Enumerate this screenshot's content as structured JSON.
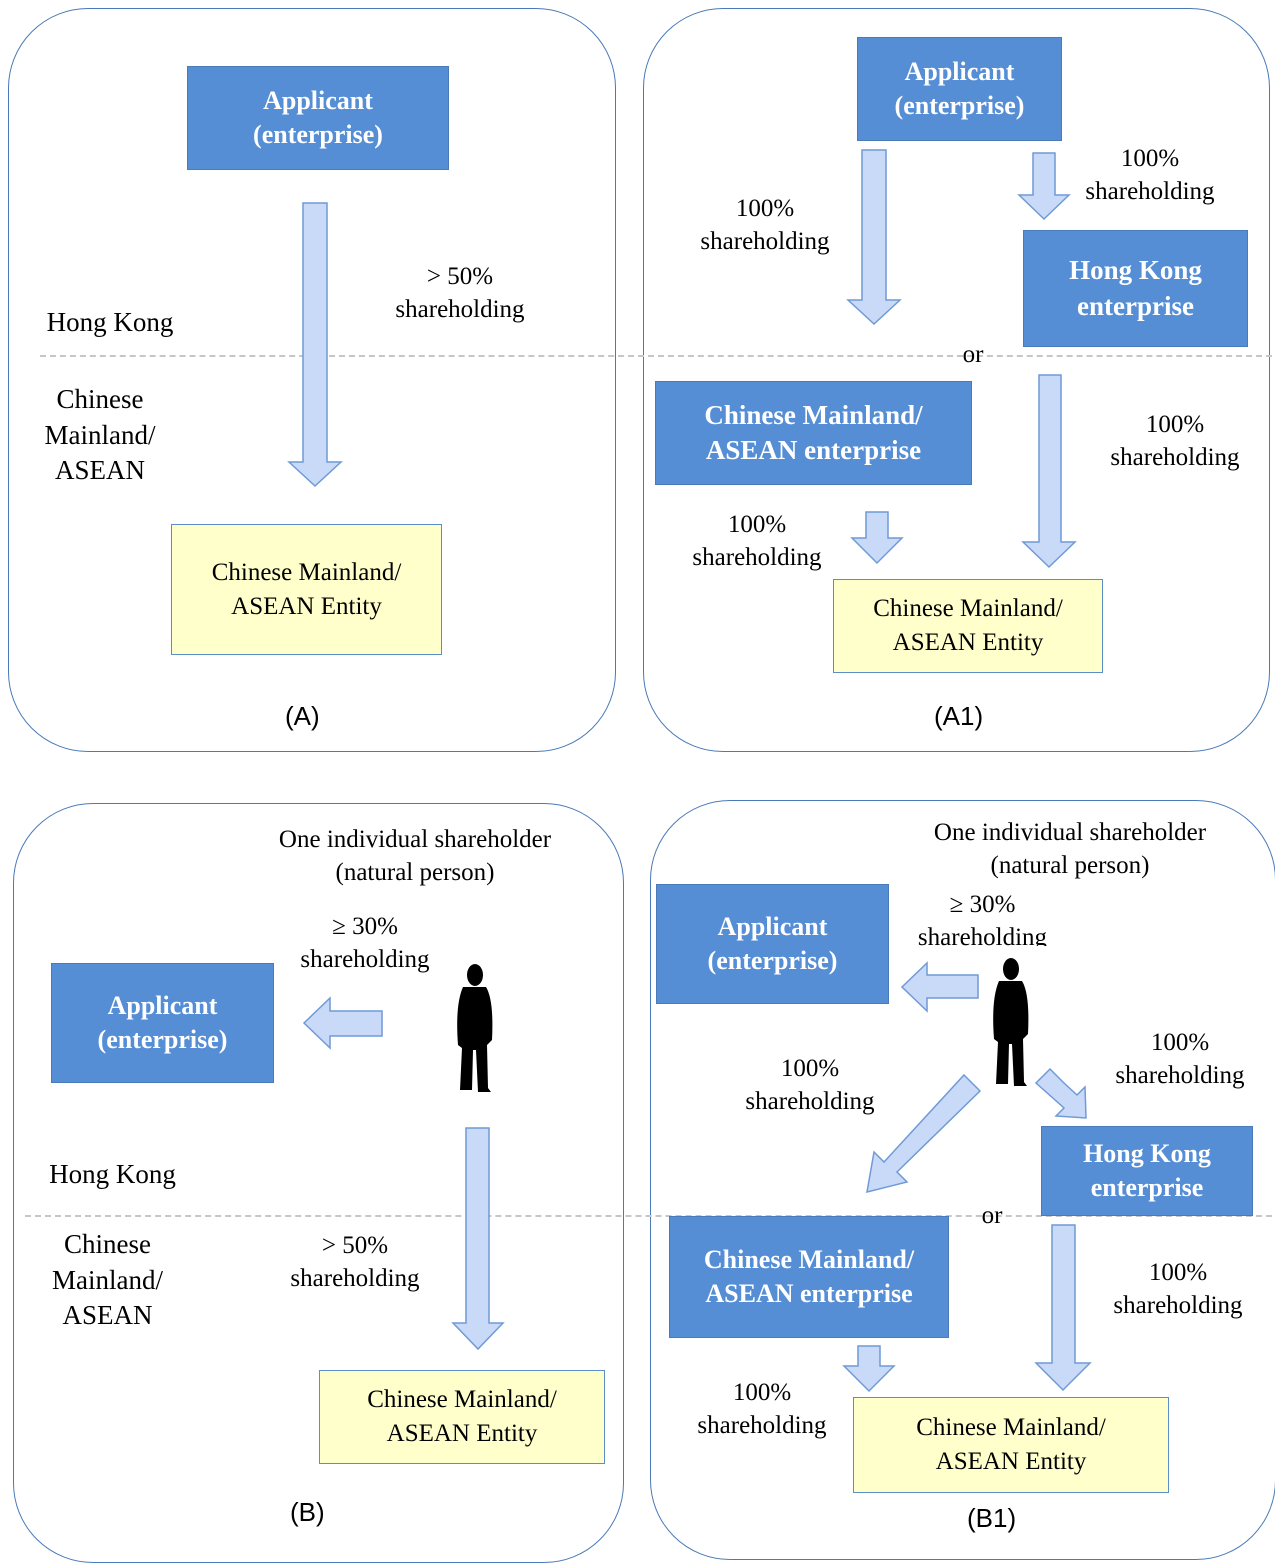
{
  "panel_a": {
    "applicant": "Applicant\n(enterprise)",
    "share": "> 50%\nshareholding",
    "region_hk": "Hong Kong",
    "region_cm": "Chinese\nMainland/\nASEAN",
    "entity": "Chinese Mainland/\nASEAN Entity",
    "caption": "(A)"
  },
  "panel_a1": {
    "applicant": "Applicant\n(enterprise)",
    "share_left": "100%\nshareholding",
    "share_right_top": "100%\nshareholding",
    "hk_enterprise": "Hong Kong\nenterprise",
    "or": "or",
    "cm_enterprise": "Chinese Mainland/\nASEAN enterprise",
    "share_right_bottom": "100%\nshareholding",
    "share_left_bottom": "100%\nshareholding",
    "entity": "Chinese Mainland/\nASEAN Entity",
    "caption": "(A1)"
  },
  "panel_b": {
    "individual": "One individual shareholder\n(natural person)",
    "share_applicant": "≥ 30%\nshareholding",
    "applicant": "Applicant\n(enterprise)",
    "region_hk": "Hong Kong",
    "region_cm": "Chinese\nMainland/\nASEAN",
    "share_entity": "> 50%\nshareholding",
    "entity": "Chinese Mainland/\nASEAN Entity",
    "caption": "(B)"
  },
  "panel_b1": {
    "individual": "One individual shareholder\n(natural person)",
    "share_applicant": "≥ 30%\nshareholding",
    "applicant": "Applicant\n(enterprise)",
    "share_left": "100%\nshareholding",
    "share_right_top": "100%\nshareholding",
    "hk_enterprise": "Hong Kong\nenterprise",
    "or": "or",
    "cm_enterprise": "Chinese Mainland/\nASEAN enterprise",
    "share_right_bottom": "100%\nshareholding",
    "share_left_bottom": "100%\nshareholding",
    "entity": "Chinese Mainland/\nASEAN Entity",
    "caption": "(B1)"
  },
  "colors": {
    "panel_border": "#4a7ab8",
    "enterprise_fill": "#558ed5",
    "entity_fill": "#ffffcc",
    "arrow_fill": "#c9daf8",
    "arrow_stroke": "#6f9ad6",
    "silhouette": "#000000"
  },
  "icons": {
    "person": "person-silhouette-icon"
  }
}
